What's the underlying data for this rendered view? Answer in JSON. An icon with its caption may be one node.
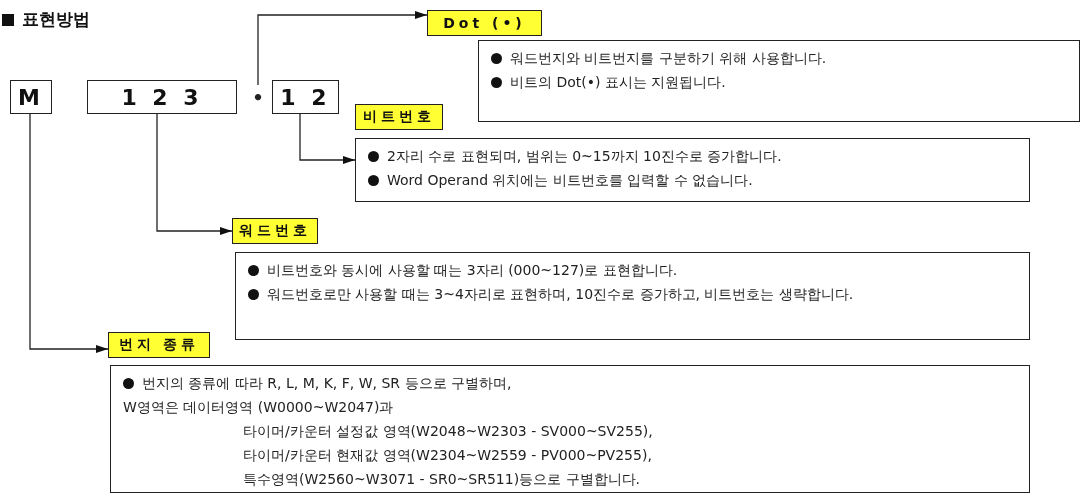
{
  "diagram": {
    "title": "표현방법",
    "nodes": [
      {
        "text": [
          "M"
        ]
      },
      {
        "text": [
          "1 2 3"
        ]
      },
      {
        "text": [
          "•"
        ]
      },
      {
        "text": [
          "1 2"
        ]
      },
      {
        "text": [
          "Dot (•)"
        ]
      },
      {
        "text": [
          "워드번지와 비트번지를 구분하기 위해 사용합니다.",
          "비트의 Dot(•) 표시는 지원됩니다."
        ]
      },
      {
        "text": [
          "비트번호"
        ]
      },
      {
        "text": [
          "2자리 수로 표현되며, 범위는 0~15까지 10진수로 증가합니다.",
          "Word Operand 위치에는 비트번호를 입력할 수 없습니다."
        ]
      },
      {
        "text": [
          "워드번호"
        ]
      },
      {
        "text": [
          "비트번호와 동시에 사용할 때는 3자리 (000~127)로 표현합니다.",
          "워드번호로만 사용할 때는 3~4자리로 표현하며, 10진수로 증가하고, 비트번호는 생략합니다."
        ]
      },
      {
        "text": [
          "번지 종류"
        ]
      },
      {
        "text": [
          "번지의 종류에 따라 R, L, M, K, F, W, SR 등으로 구별하며,",
          "W영역은 데이터영역 (W0000~W2047)과",
          "타이머/카운터 설정값 영역(W2048~W2303 - SV000~SV255),",
          "타이머/카운터 현재값 영역(W2304~W2559 - PV000~PV255),",
          "특수영역(W2560~W3071 - SR0~SR511)등으로 구별합니다."
        ]
      }
    ],
    "edges": [
      {
        "from": 2,
        "to": 4,
        "arrow": "to"
      },
      {
        "from": 3,
        "to": 7,
        "arrow": "to"
      },
      {
        "from": 1,
        "to": 8,
        "arrow": "to"
      },
      {
        "from": 0,
        "to": 10,
        "arrow": "to"
      }
    ]
  }
}
